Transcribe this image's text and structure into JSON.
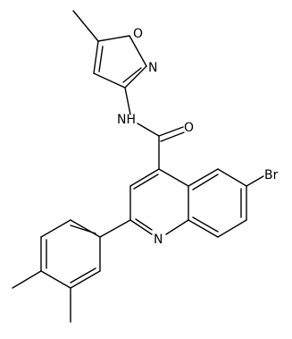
{
  "molecule": {
    "atom_labels": {
      "O_ring": "O",
      "N_ring": "N",
      "NH": "NH",
      "O_amide": "O",
      "Br": "Br",
      "N_quinoline": "N"
    }
  }
}
